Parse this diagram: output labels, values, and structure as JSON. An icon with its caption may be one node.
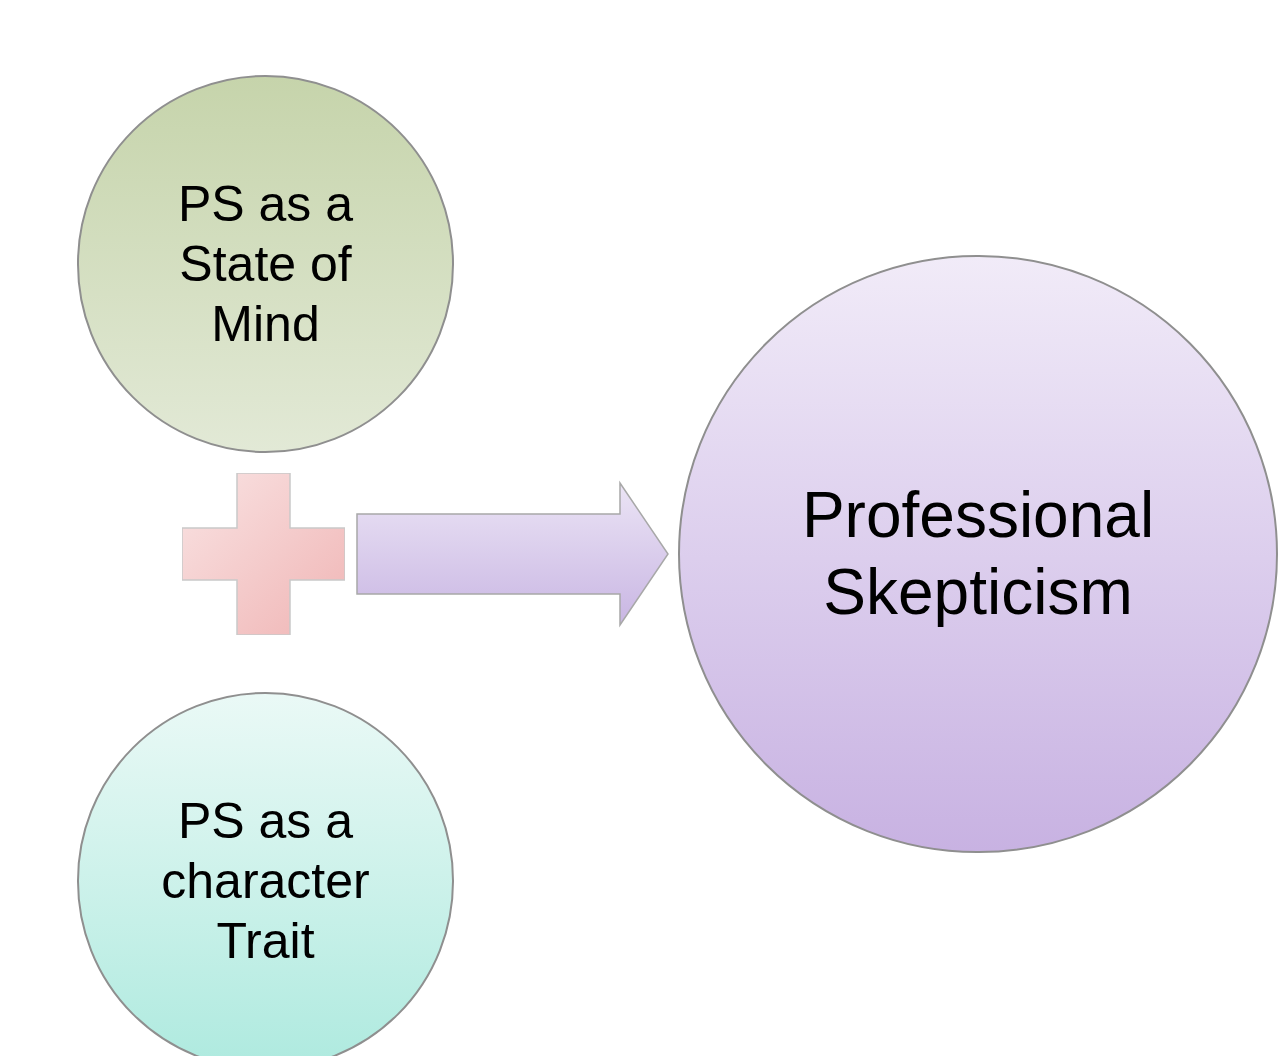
{
  "diagram": {
    "nodes": [
      {
        "text": [
          "PS as a State of Mind"
        ]
      },
      {
        "text": [],
        "shape": "plus"
      },
      {
        "text": [
          "PS as a character Trait"
        ]
      },
      {
        "text": [
          "Professional Skepticism"
        ]
      }
    ],
    "edges": [
      {
        "from": 1,
        "to": 3,
        "arrow": "to",
        "style": "thick"
      }
    ]
  }
}
